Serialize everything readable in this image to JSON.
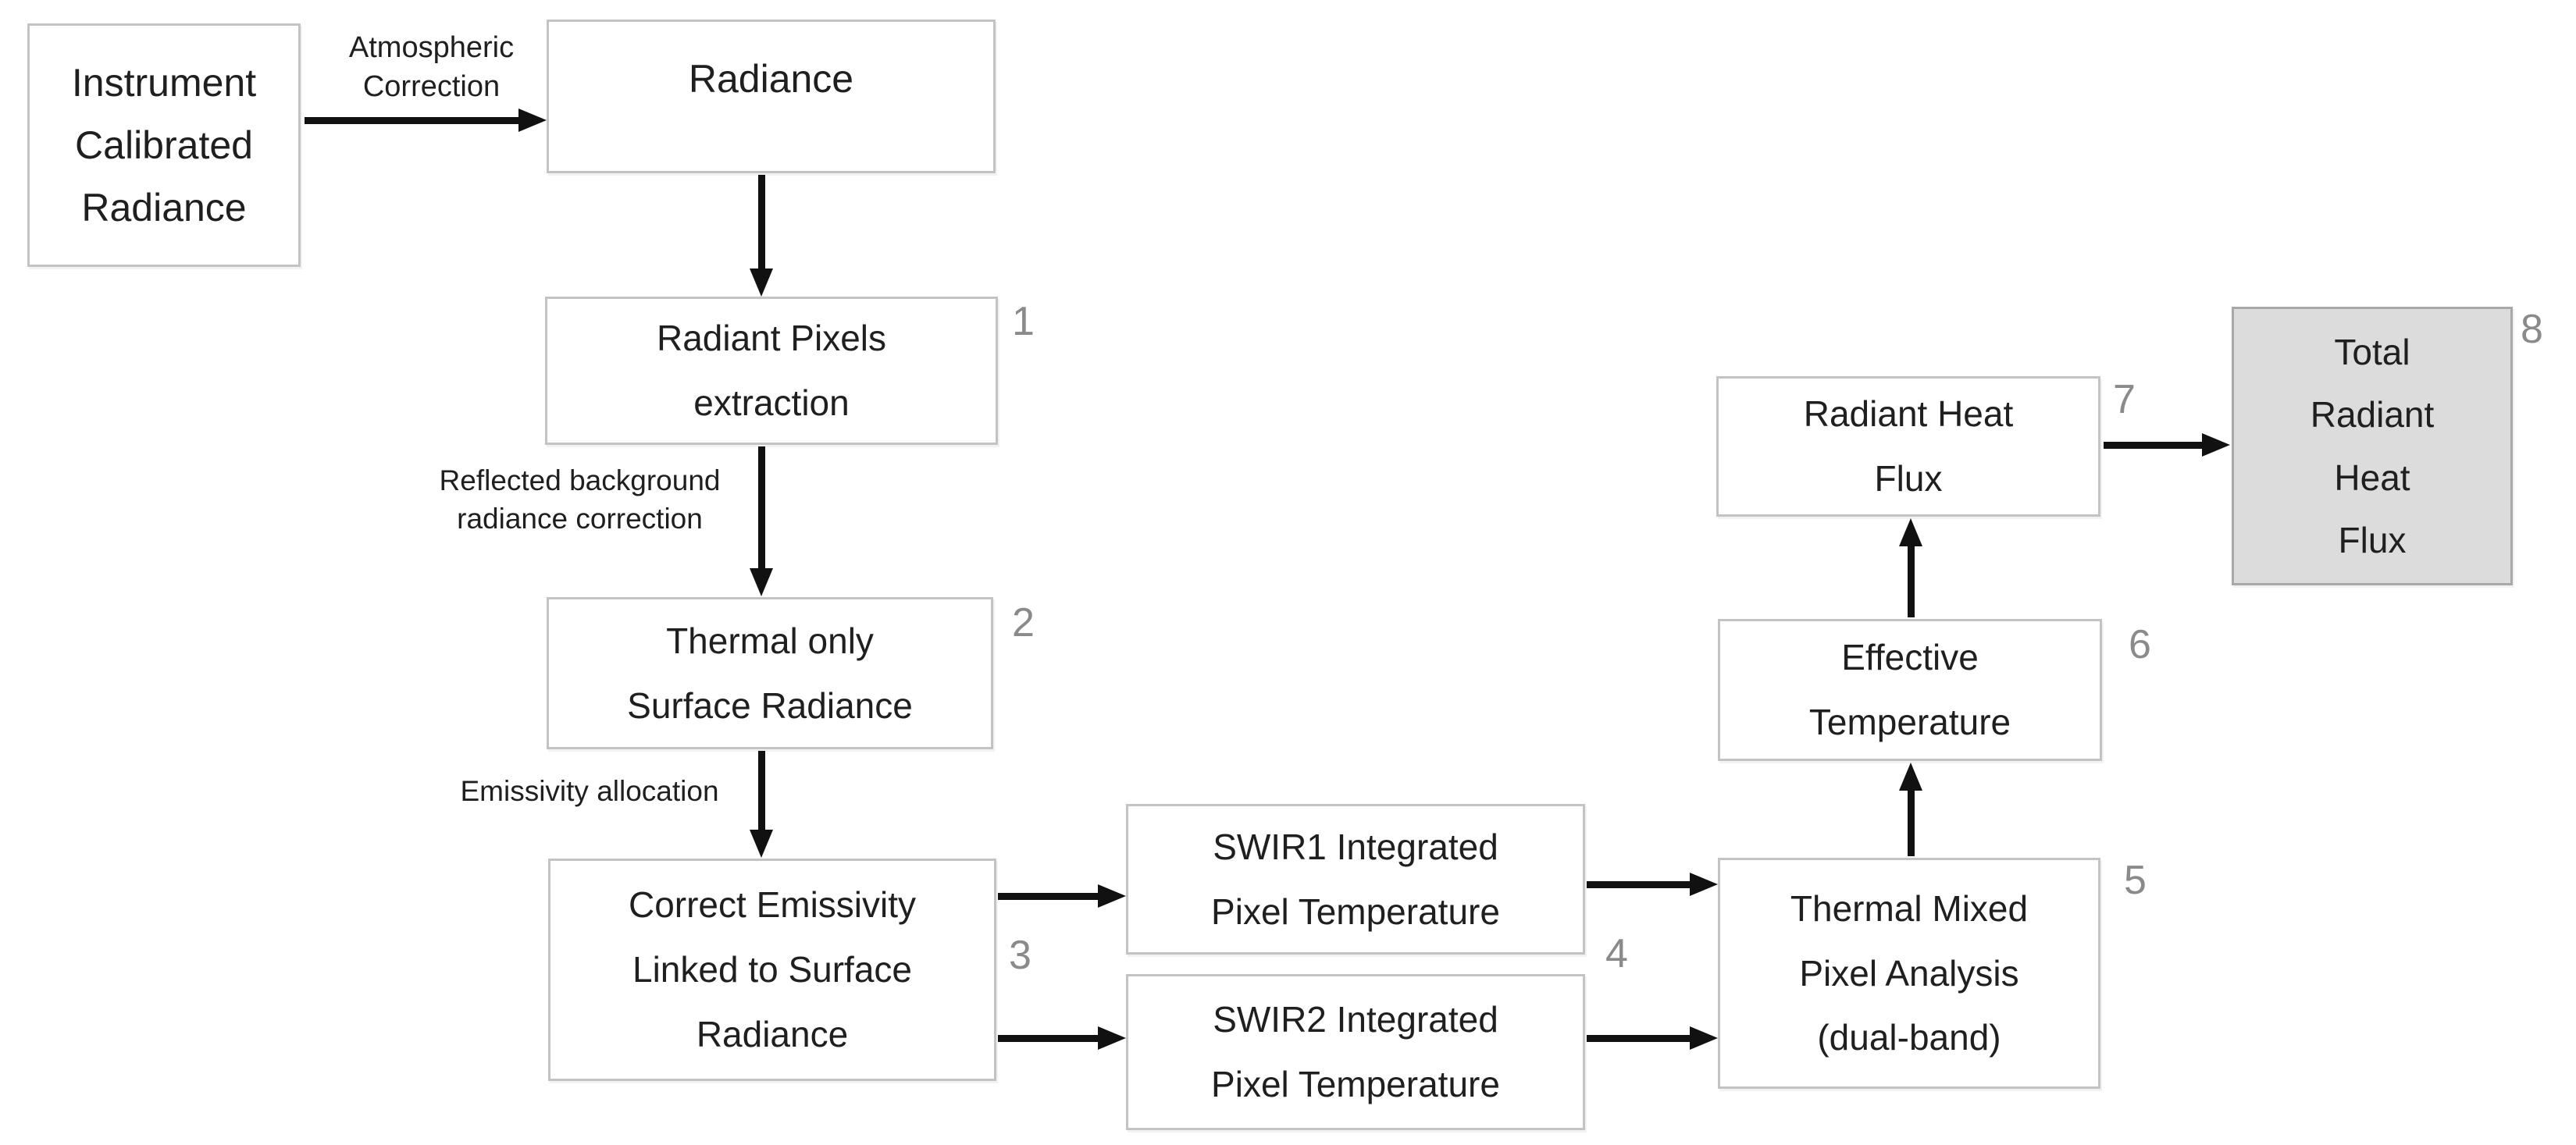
{
  "colors": {
    "box_fill": "#ffffff",
    "box_border": "#c3c3c3",
    "highlight_fill": "#dcdcdc",
    "highlight_border": "#a8a8a8",
    "step_number": "#8a8a8a",
    "arrow": "#111111",
    "text": "#1f1f1f"
  },
  "nodes": {
    "instrument_calibrated_radiance": {
      "lines": [
        "Instrument",
        "Calibrated",
        "Radiance"
      ]
    },
    "radiance": {
      "lines": [
        "Radiance"
      ]
    },
    "radiant_pixels_extraction": {
      "lines": [
        "Radiant Pixels",
        "extraction"
      ],
      "step": "1"
    },
    "thermal_only_surface_radiance": {
      "lines": [
        "Thermal only",
        "Surface Radiance"
      ],
      "step": "2"
    },
    "correct_emissivity": {
      "lines": [
        "Correct Emissivity",
        "Linked to Surface",
        "Radiance"
      ],
      "step": "3"
    },
    "swir1_integrated": {
      "lines": [
        "SWIR1 Integrated",
        "Pixel Temperature"
      ]
    },
    "swir2_integrated": {
      "lines": [
        "SWIR2 Integrated",
        "Pixel Temperature"
      ],
      "step": "4"
    },
    "thermal_mixed": {
      "lines": [
        "Thermal Mixed",
        "Pixel Analysis",
        "(dual-band)"
      ],
      "step": "5"
    },
    "effective_temperature": {
      "lines": [
        "Effective",
        "Temperature"
      ],
      "step": "6"
    },
    "radiant_heat_flux": {
      "lines": [
        "Radiant Heat",
        "Flux"
      ],
      "step": "7"
    },
    "total_radiant_heat_flux": {
      "lines": [
        "Total",
        "Radiant",
        "Heat",
        "Flux"
      ],
      "step": "8"
    }
  },
  "edge_labels": {
    "atmospheric_correction": {
      "lines": [
        "Atmospheric",
        "Correction"
      ]
    },
    "reflected_background": {
      "lines": [
        "Reflected background",
        "radiance correction"
      ]
    },
    "emissivity_allocation": {
      "lines": [
        "Emissivity allocation"
      ]
    }
  }
}
